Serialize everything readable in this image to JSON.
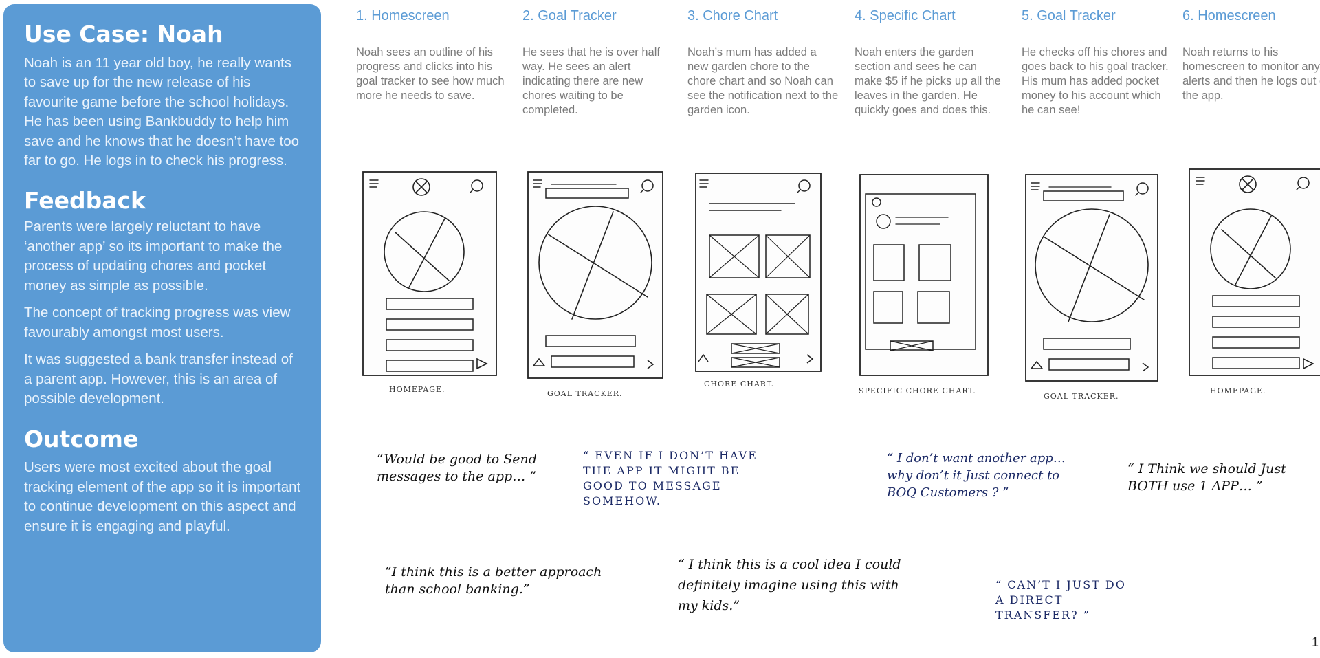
{
  "sidebar": {
    "sections": [
      {
        "heading": "Use Case: Noah",
        "paragraphs": [
          "Noah is an 11 year old boy, he really wants to save up for the new release of his favourite game before the school holidays. He has been using Bankbuddy to help him save and he knows that he doesn’t have too far to go. He logs in to check his progress."
        ]
      },
      {
        "heading": "Feedback",
        "paragraphs": [
          "Parents were largely reluctant to have ‘another app’ so its important to make the process of updating chores and pocket money as simple as possible.",
          "The concept of tracking progress was view favourably amongst most users.",
          "It was suggested a bank transfer instead of a parent app. However, this is an area of possible development."
        ]
      },
      {
        "heading": "Outcome",
        "paragraphs": [
          "Users were most excited about the goal tracking element of the app so it is important to continue development on this aspect and ensure it is engaging and playful."
        ]
      }
    ]
  },
  "steps": [
    {
      "title": "1. Homescreen",
      "description": "Noah sees an outline of his progress and clicks into his goal tracker to see how much more he needs to save.",
      "caption": "HOMEPAGE.",
      "sketch": "homepage"
    },
    {
      "title": "2. Goal Tracker",
      "description": "He sees that he is over half way. He sees an alert indicating there are new chores waiting to be completed.",
      "caption": "GOAL TRACKER.",
      "sketch": "goal"
    },
    {
      "title": "3.  Chore Chart",
      "description": "Noah’s mum has added a new garden chore to the chore chart and so Noah can see the notification next to the garden icon.",
      "caption": "CHORE CHART.",
      "sketch": "chore"
    },
    {
      "title": "4. Specific Chart",
      "description": "Noah enters the garden section and sees he can make $5 if he picks up all the leaves in the garden. He quickly goes and does this.",
      "caption": "SPECIFIC CHORE CHART.",
      "sketch": "specific"
    },
    {
      "title": "5. Goal Tracker",
      "description": "He checks off his chores and goes back to his goal tracker. His mum has added pocket money to his account which he can see!",
      "caption": "GOAL TRACKER.",
      "sketch": "goal"
    },
    {
      "title": "6. Homescreen",
      "description": "Noah returns to his homescreen to monitor any alerts and then he logs out of the app.",
      "caption": "HOMEPAGE.",
      "sketch": "homepage"
    }
  ],
  "quotes": [
    "“Would be good to Send messages to the app… ”",
    "“ EVEN IF I DON’T HAVE THE APP IT MIGHT BE GOOD TO MESSAGE SOMEHOW.",
    "“ I don’t want another app… why don’t it Just connect to BOQ Customers ? ”",
    "“ I Think we should Just BOTH use 1 APP… ”",
    "“I think this is a better approach than school banking.”",
    "“ I think this is a cool idea I could definitely imagine using this with my kids.”",
    "“ CAN’T I JUST DO A DIRECT TRANSFER? ”"
  ],
  "page_number": "1"
}
